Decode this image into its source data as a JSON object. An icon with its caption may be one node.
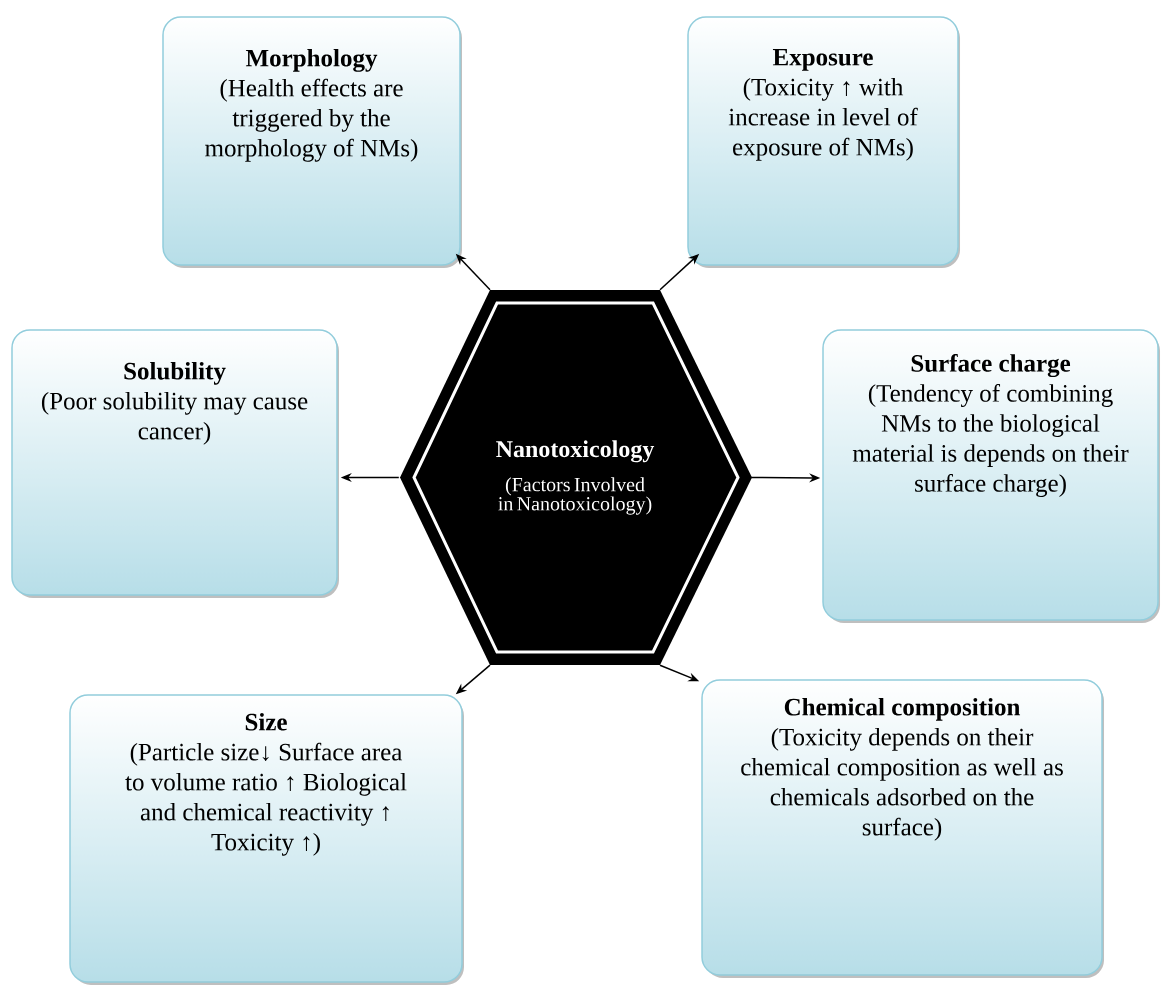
{
  "diagram": {
    "nodes": [
      {
        "text": [
          "Nanotoxicology",
          "(Factors Involved in Nanotoxicology)"
        ]
      },
      {
        "text": [
          "Morphology",
          "(Health effects are triggered by the morphology of NMs)"
        ]
      },
      {
        "text": [
          "Exposure",
          "(Toxicity ↑ with increase in level of exposure of NMs)"
        ]
      },
      {
        "text": [
          "Solubility",
          "(Poor solubility may cause cancer)"
        ]
      },
      {
        "text": [
          "Surface charge",
          "(Tendency of combining NMs to the biological material is depends on their surface charge)"
        ]
      },
      {
        "text": [
          "Size",
          "(Particle size↓ Surface area to volume ratio ↑ Biological and chemical reactivity ↑ Toxicity ↑)"
        ]
      },
      {
        "text": [
          "Chemical composition",
          "(Toxicity depends on their chemical composition as well as chemicals adsorbed on the surface)"
        ]
      }
    ],
    "edges": [
      {
        "from": 0,
        "to": 1,
        "arrow": "to"
      },
      {
        "from": 0,
        "to": 2,
        "arrow": "to"
      },
      {
        "from": 0,
        "to": 3,
        "arrow": "to"
      },
      {
        "from": 0,
        "to": 4,
        "arrow": "to"
      },
      {
        "from": 0,
        "to": 5,
        "arrow": "to"
      },
      {
        "from": 0,
        "to": 6,
        "arrow": "to"
      }
    ]
  }
}
